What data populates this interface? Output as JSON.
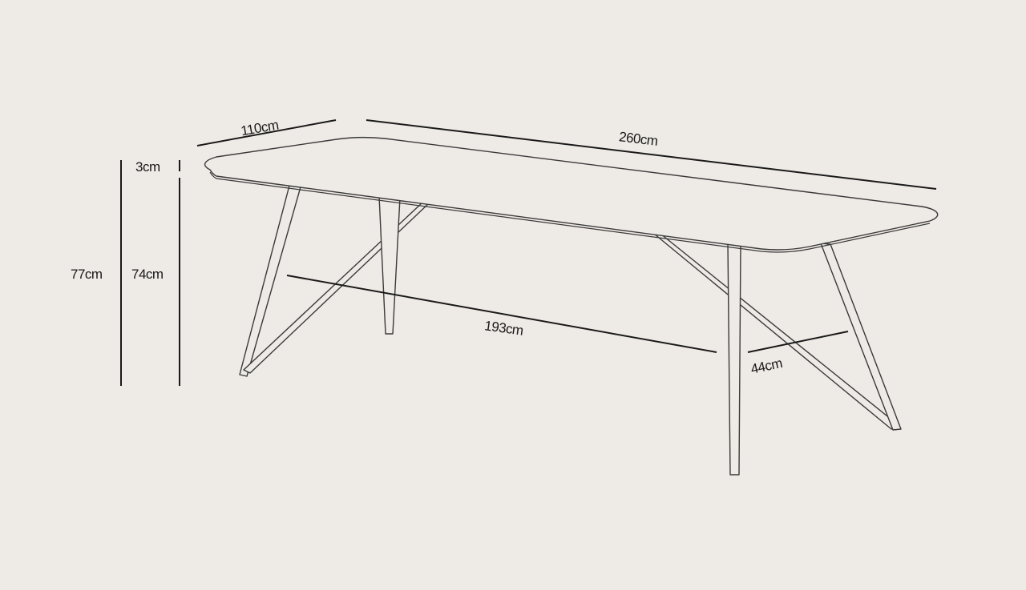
{
  "diagram": {
    "subject": "dining table dimension drawing",
    "background": "#eeeae6",
    "line_color": "#1a1a1a",
    "dimensions": {
      "width": "110cm",
      "length": "260cm",
      "top_thickness": "3cm",
      "total_height": "77cm",
      "leg_height": "74cm",
      "leg_span_length": "193cm",
      "leg_span_width": "44cm"
    }
  }
}
